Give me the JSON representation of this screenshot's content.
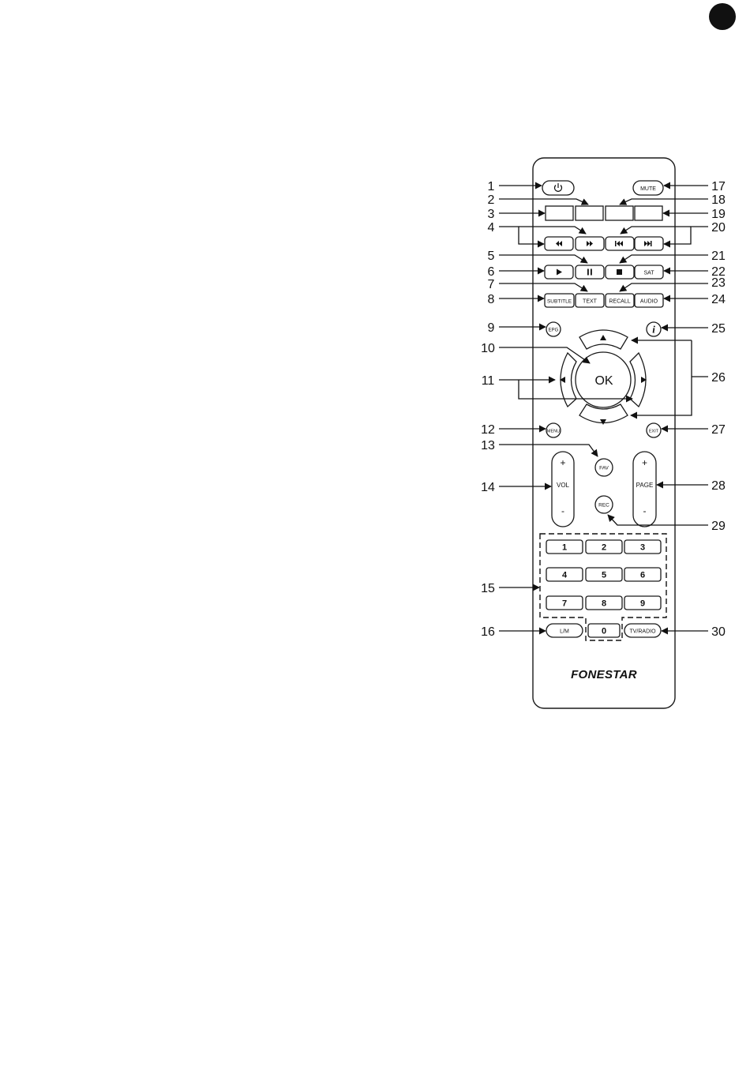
{
  "brand": "FONESTAR",
  "buttons": {
    "mute": "MUTE",
    "sat": "SAT",
    "subtitle": "SUBTITLE",
    "text": "TEXT",
    "recall": "RECALL",
    "audio": "AUDIO",
    "epg": "EPG",
    "info": "i",
    "ok": "OK",
    "menu": "MENU",
    "exit": "EXIT",
    "fav": "FAV",
    "vol": "VOL",
    "page": "PAGE",
    "rec": "REC",
    "plus": "+",
    "minus": "-",
    "lm": "L/M",
    "tvradio": "TV/RADIO",
    "digits": [
      "1",
      "2",
      "3",
      "4",
      "5",
      "6",
      "7",
      "8",
      "9",
      "0"
    ]
  },
  "callouts": [
    "1",
    "2",
    "3",
    "4",
    "5",
    "6",
    "7",
    "8",
    "9",
    "10",
    "11",
    "12",
    "13",
    "14",
    "15",
    "16",
    "17",
    "18",
    "19",
    "20",
    "21",
    "22",
    "23",
    "24",
    "25",
    "26",
    "27",
    "28",
    "29",
    "30"
  ],
  "icons": {
    "power": "power-icon",
    "rewind": "rewind-icon",
    "fast_forward": "fast-forward-icon",
    "previous": "skip-previous-icon",
    "next": "skip-next-icon",
    "play": "play-icon",
    "pause": "pause-icon",
    "stop": "stop-icon"
  }
}
